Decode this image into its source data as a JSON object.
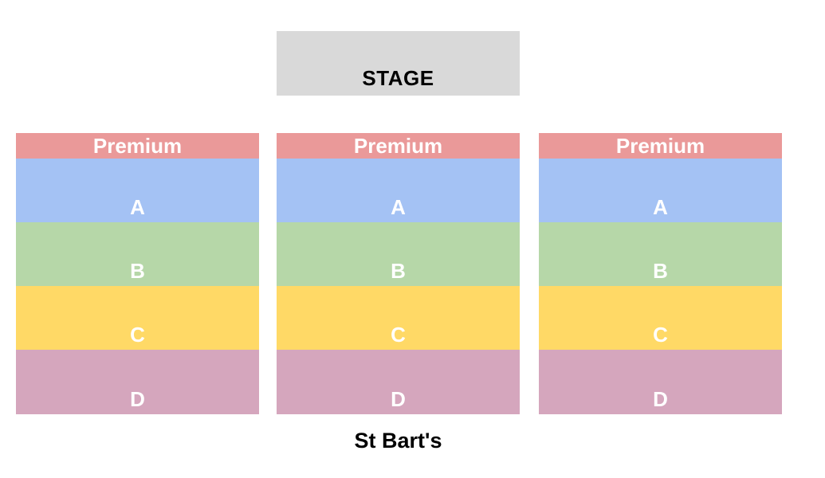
{
  "stage": {
    "label": "STAGE",
    "color": "#d9d9d9"
  },
  "venue": {
    "name": "St Bart's"
  },
  "tier_colors": {
    "premium": "#ea9999",
    "a": "#a4c2f4",
    "b": "#b6d7a8",
    "c": "#ffd966",
    "d": "#d5a6bd"
  },
  "sections": [
    {
      "tiers": [
        {
          "key": "premium",
          "label": "Premium"
        },
        {
          "key": "a",
          "label": "A"
        },
        {
          "key": "b",
          "label": "B"
        },
        {
          "key": "c",
          "label": "C"
        },
        {
          "key": "d",
          "label": "D"
        }
      ]
    },
    {
      "tiers": [
        {
          "key": "premium",
          "label": "Premium"
        },
        {
          "key": "a",
          "label": "A"
        },
        {
          "key": "b",
          "label": "B"
        },
        {
          "key": "c",
          "label": "C"
        },
        {
          "key": "d",
          "label": "D"
        }
      ]
    },
    {
      "tiers": [
        {
          "key": "premium",
          "label": "Premium"
        },
        {
          "key": "a",
          "label": "A"
        },
        {
          "key": "b",
          "label": "B"
        },
        {
          "key": "c",
          "label": "C"
        },
        {
          "key": "d",
          "label": "D"
        }
      ]
    }
  ]
}
